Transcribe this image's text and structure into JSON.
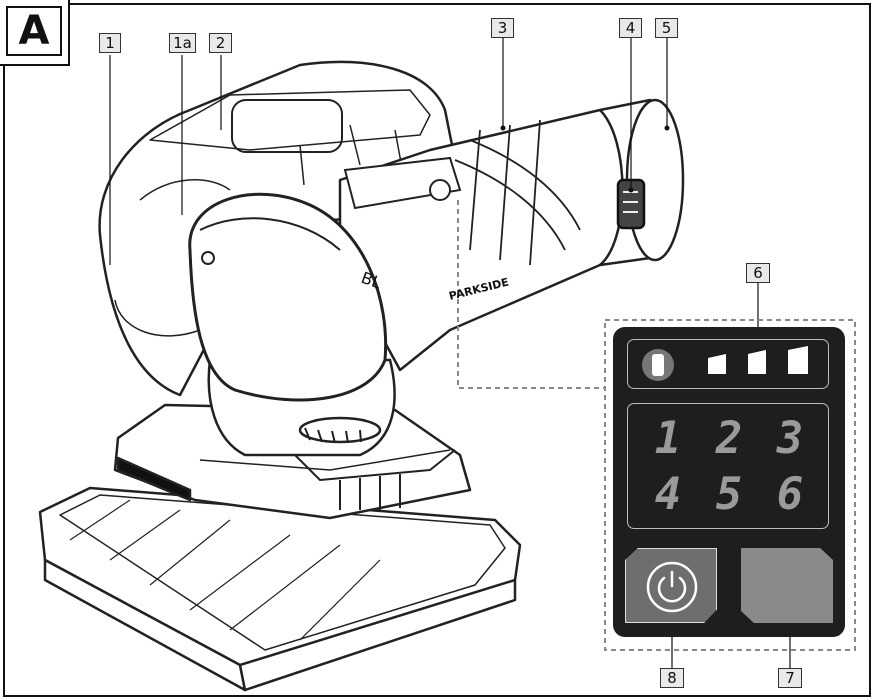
{
  "figure_label": "A",
  "callouts": {
    "c1": "1",
    "c1a": "1a",
    "c2": "2",
    "c3": "3",
    "c4": "4",
    "c5": "5",
    "c6": "6",
    "c7": "7",
    "c8": "8"
  },
  "tool": {
    "body_marking": "BL",
    "brand_text": "PARKSIDE"
  },
  "control_panel": {
    "speed_levels": [
      "1",
      "2",
      "3",
      "4",
      "5",
      "6"
    ],
    "battery_bars": 3,
    "power_icon": "power-icon",
    "mode_icon": "moon-icon"
  },
  "colors": {
    "panel": "#1e1e1e",
    "outline": "#111111",
    "callout_fill": "#e9e9e9",
    "digit": "#9a9a9a"
  }
}
